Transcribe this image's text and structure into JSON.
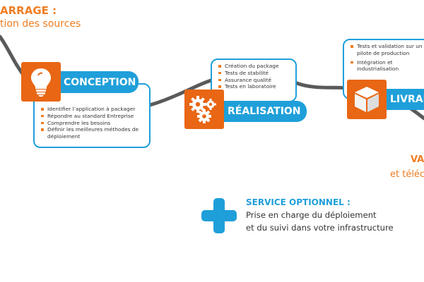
{
  "start": {
    "title": "ARRAGE :",
    "subtitle": "tion des sources"
  },
  "conception": {
    "label": "CONCEPTION",
    "icon": "lightbulb-icon",
    "items": [
      "Identifier l’application à packager",
      "Répondre au standard Entreprise",
      "Comprendre les besoins",
      "Définir les meilleures méthodes de déploiement"
    ]
  },
  "realisation": {
    "label": "RÉALISATION",
    "icon": "gears-icon",
    "items": [
      "Création du package",
      "Tests de stabilité",
      "Assurance qualité",
      "Tests en laboratoire"
    ]
  },
  "livraison": {
    "label": "LIVRAI",
    "icon": "cube-icon",
    "items": [
      "Tests et validation sur un pilote de production",
      "Intégration et industrialisation"
    ]
  },
  "validation": {
    "label": "VA",
    "subtitle": "et téléc"
  },
  "service": {
    "title": "SERVICE OPTIONNEL :",
    "line1": "Prise en charge du déploiement",
    "line2": "et du suivi dans votre infrastructure",
    "icon": "plus-icon"
  },
  "colors": {
    "orange": "#ef7d22",
    "icon_orange": "#e86614",
    "blue": "#1f9fd9",
    "road": "#5a5a5a"
  }
}
